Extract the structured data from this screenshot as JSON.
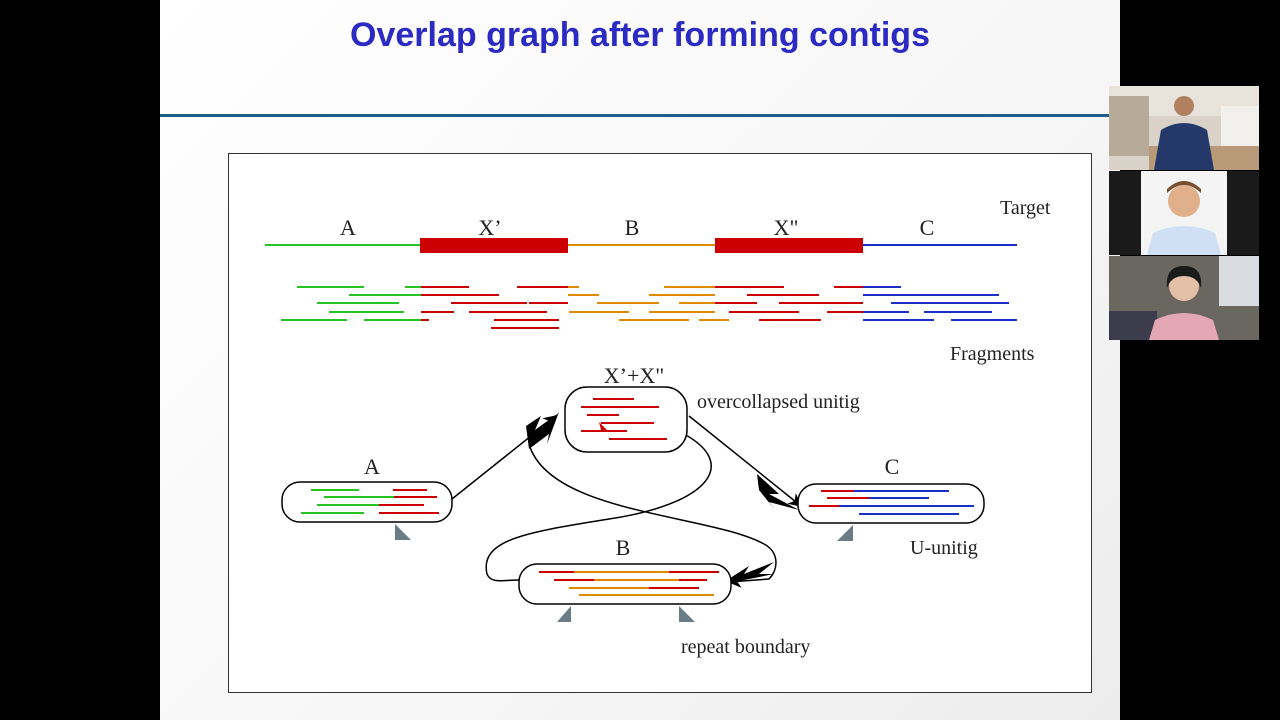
{
  "slide": {
    "title": "Overlap graph after forming contigs"
  },
  "diagram": {
    "target_label": "Target",
    "fragments_label": "Fragments",
    "segments": [
      "A",
      "X’",
      "B",
      "X\"",
      "C"
    ],
    "nodes": {
      "a": "A",
      "b": "B",
      "c": "C",
      "xx": "X’+X\""
    },
    "annotations": {
      "overcollapsed": "overcollapsed unitig",
      "u_unitig": "U-unitig",
      "repeat_boundary": "repeat boundary"
    },
    "colors": {
      "a": "#22c522",
      "repeat": "#cc0000",
      "b": "#e08a00",
      "c": "#1a2ec8"
    }
  },
  "participants": {
    "count": 3,
    "icons": [
      "person-icon",
      "person-icon",
      "person-icon"
    ]
  }
}
